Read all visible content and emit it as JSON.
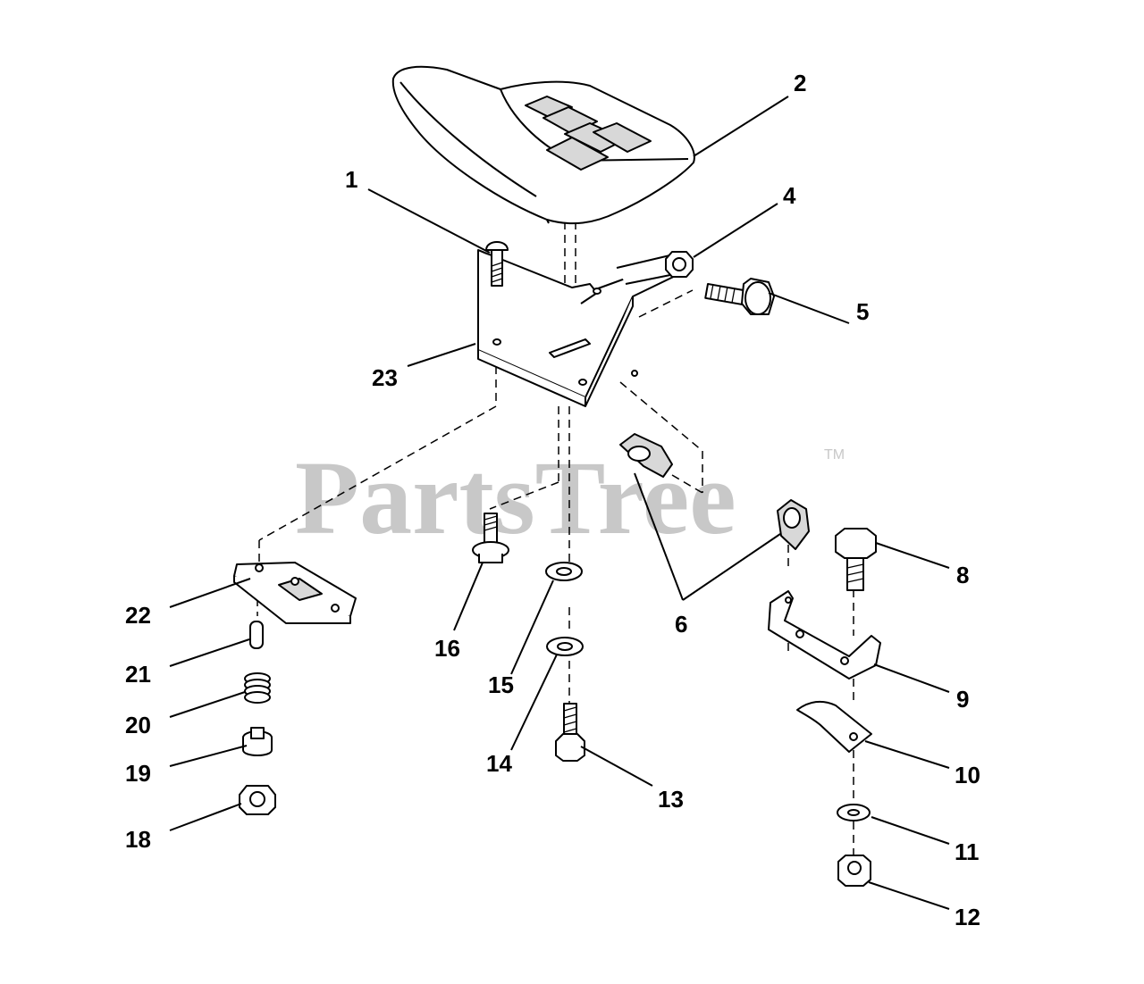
{
  "watermark": {
    "text": "PartsTree",
    "trademark": "TM"
  },
  "callouts": {
    "c1": "1",
    "c2": "2",
    "c4": "4",
    "c5": "5",
    "c6": "6",
    "c8": "8",
    "c9": "9",
    "c10": "10",
    "c11": "11",
    "c12": "12",
    "c13": "13",
    "c14": "14",
    "c15": "15",
    "c16": "16",
    "c18": "18",
    "c19": "19",
    "c20": "20",
    "c21": "21",
    "c22": "22",
    "c23": "23"
  },
  "colors": {
    "line": "#000000",
    "watermark": "#c8c8c8",
    "background": "#ffffff"
  }
}
